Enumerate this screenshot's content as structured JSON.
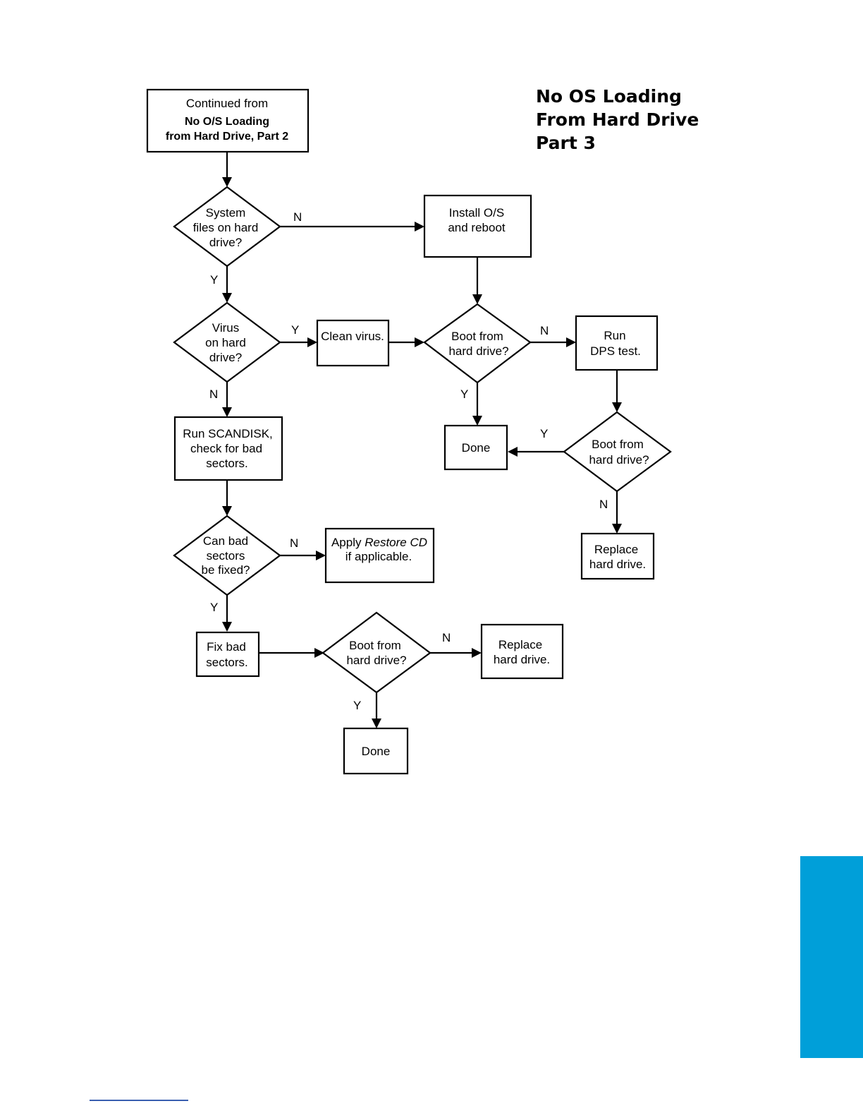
{
  "title": {
    "line1": "No OS Loading",
    "line2": "From Hard Drive",
    "line3": "Part 3"
  },
  "colors": {
    "accent_tab": "#009fd9",
    "footer_rule": "#3a5fb0"
  },
  "nodes": {
    "start": {
      "line1": "Continued from",
      "line2": "No O/S Loading",
      "line3": "from Hard Drive, Part 2"
    },
    "sysfiles": {
      "line1": "System",
      "line2": "files on hard",
      "line3": "drive?"
    },
    "install": {
      "line1": "Install O/S",
      "line2": "and reboot"
    },
    "virus": {
      "line1": "Virus",
      "line2": "on hard",
      "line3": "drive?"
    },
    "clean": {
      "line1": "Clean virus."
    },
    "boot1": {
      "line1": "Boot from",
      "line2": "hard drive?"
    },
    "dps": {
      "line1": "Run",
      "line2": "DPS test."
    },
    "done1": {
      "line1": "Done"
    },
    "boot2": {
      "line1": "Boot from",
      "line2": "hard drive?"
    },
    "replace1": {
      "line1": "Replace",
      "line2": "hard drive."
    },
    "scandisk": {
      "line1": "Run SCANDISK,",
      "line2": "check for bad",
      "line3": "sectors."
    },
    "canfix": {
      "line1": "Can bad",
      "line2": "sectors",
      "line3": "be fixed?"
    },
    "restore": {
      "line1a": "Apply ",
      "line1b": "Restore CD",
      "line2": "if applicable."
    },
    "fix": {
      "line1": "Fix bad",
      "line2": "sectors."
    },
    "boot3": {
      "line1": "Boot from",
      "line2": "hard drive?"
    },
    "replace2": {
      "line1": "Replace",
      "line2": "hard drive."
    },
    "done2": {
      "line1": "Done"
    }
  },
  "edges": {
    "sysfiles_no": "N",
    "sysfiles_yes": "Y",
    "virus_yes": "Y",
    "virus_no": "N",
    "boot1_no": "N",
    "boot1_yes": "Y",
    "boot2_yes": "Y",
    "boot2_no": "N",
    "canfix_no": "N",
    "canfix_yes": "Y",
    "boot3_no": "N",
    "boot3_yes": "Y"
  }
}
